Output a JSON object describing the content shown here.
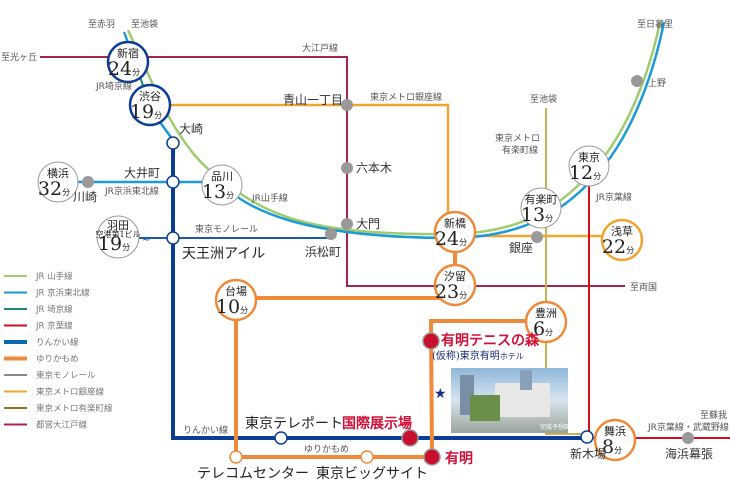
{
  "colors": {
    "yamanote": "#9fcc6e",
    "keihin": "#1a9bd8",
    "saikyo": "#1a8a6e",
    "keiyo": "#d0101c",
    "rinkai": "#0a3d96",
    "yurikamome": "#ee8a3a",
    "monorail": "#8a8a8a",
    "ginza": "#f2a431",
    "yurakucho": "#c9b453",
    "oedo": "#a8244c",
    "highlight": "#c8102e"
  },
  "directions": {
    "akabane": "至赤羽",
    "ikebukuro": "至池袋",
    "hikarigaoka": "至光ヶ丘",
    "nippori": "至日暮里",
    "ikebukuro2": "至池袋",
    "ryogoku": "至両国",
    "soga": "至蘇我"
  },
  "line_labels": {
    "oedo": "大江戸線",
    "saikyo": "JR埼京線",
    "ginza": "東京メトロ銀座線",
    "yamanote": "JR山手線",
    "keihin": "JR京浜東北線",
    "monorail": "東京モノレール",
    "yurakucho_1": "東京メトロ",
    "yurakucho_2": "有楽町線",
    "keiyo": "JR京葉線",
    "rinkai": "りんかい線",
    "yurikamome": "ゆりかもめ",
    "keiyo_musashino": "JR京葉線・武蔵野線"
  },
  "major_stations": [
    {
      "name": "新宿",
      "time": "24",
      "unit": "分"
    },
    {
      "name": "渋谷",
      "time": "19",
      "unit": "分"
    },
    {
      "name": "横浜",
      "time": "32",
      "unit": "分"
    },
    {
      "name": "品川",
      "time": "13",
      "unit": "分"
    },
    {
      "name": "羽田",
      "sub": "空港第1ビル",
      "time": "19",
      "unit": "分"
    },
    {
      "name": "東京",
      "time": "12",
      "unit": "分"
    },
    {
      "name": "有楽町",
      "time": "13",
      "unit": "分"
    },
    {
      "name": "新橋",
      "time": "24",
      "unit": "分"
    },
    {
      "name": "汐留",
      "time": "23",
      "unit": "分"
    },
    {
      "name": "浅草",
      "time": "22",
      "unit": "分"
    },
    {
      "name": "台場",
      "time": "10",
      "unit": "分"
    },
    {
      "name": "豊洲",
      "time": "6",
      "unit": "分"
    },
    {
      "name": "舞浜",
      "time": "8",
      "unit": "分"
    }
  ],
  "stations": {
    "aoyama": "青山一丁目",
    "roppongi": "六本木",
    "daimon": "大門",
    "hamamatsucho": "浜松町",
    "osaki": "大崎",
    "oimachi": "大井町",
    "kawasaki": "川崎",
    "tennozu": "天王洲アイル",
    "ueno": "上野",
    "ginza": "銀座",
    "shinkiba": "新木場",
    "kaihin": "海浜幕張",
    "teleport": "東京テレポート",
    "telecom": "テレコムセンター",
    "bigsight": "東京ビッグサイト"
  },
  "highlights": {
    "kokusai": "国際展示場",
    "ariake": "有明",
    "tennis": "有明テニスの森",
    "hotel_a": "(仮称)東京有明",
    "hotel_b": "ホテル"
  },
  "legend": [
    {
      "label": "JR 山手線",
      "color": "#9fcc6e",
      "thick": false
    },
    {
      "label": "JR 京浜東北線",
      "color": "#1a9bd8",
      "thick": false
    },
    {
      "label": "JR 埼京線",
      "color": "#1a8a6e",
      "thick": false
    },
    {
      "label": "JR 京葉線",
      "color": "#d0101c",
      "thick": false
    },
    {
      "label": "りんかい線",
      "color": "#0a6ab0",
      "thick": true
    },
    {
      "label": "ゆりかもめ",
      "color": "#ee8a3a",
      "thick": true
    },
    {
      "label": "東京モノレール",
      "color": "#8a8a8a",
      "thick": false
    },
    {
      "label": "東京メトロ銀座線",
      "color": "#f2a431",
      "thick": false
    },
    {
      "label": "東京メトロ有楽町線",
      "color": "#8a7420",
      "thick": false
    },
    {
      "label": "都営大江戸線",
      "color": "#a8244c",
      "thick": false
    }
  ],
  "image_caption": "完成予想図"
}
